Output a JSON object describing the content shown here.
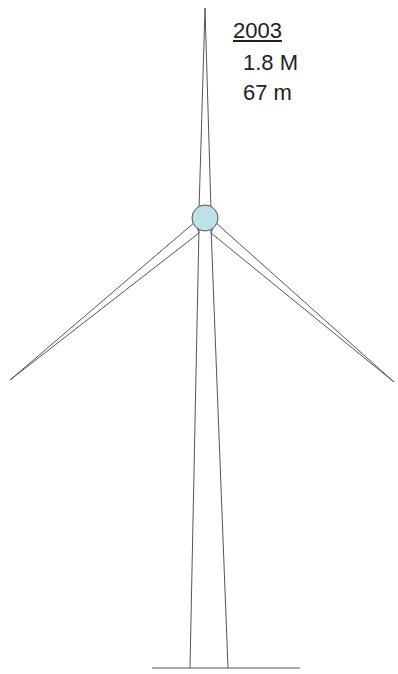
{
  "diagram": {
    "labels": [
      "2003",
      "1.8 M",
      "67 m"
    ]
  }
}
